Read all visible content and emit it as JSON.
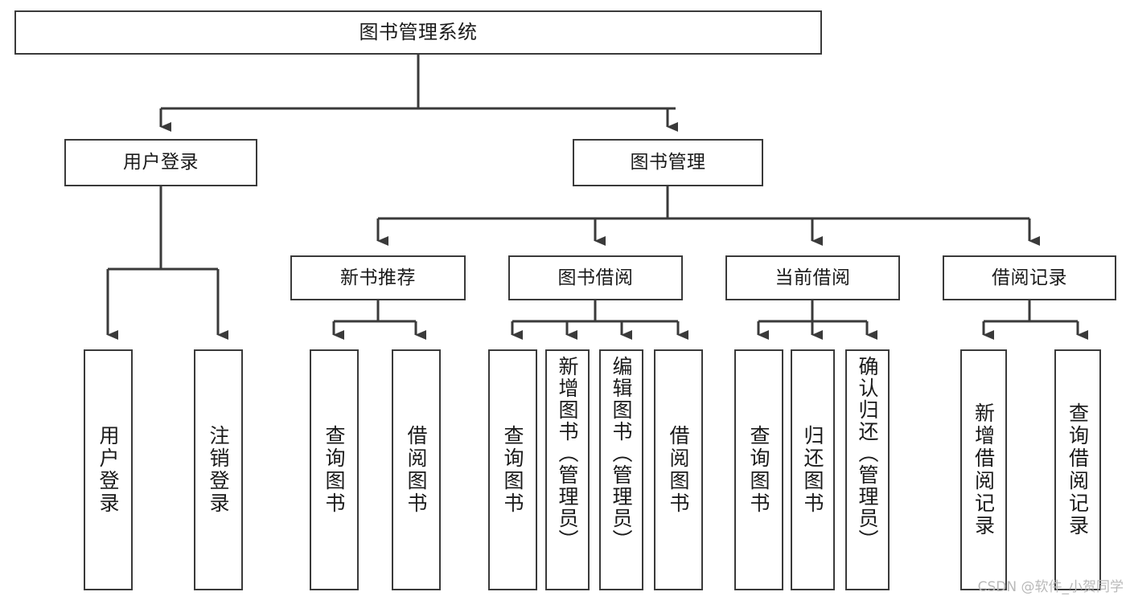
{
  "diagram": {
    "type": "tree",
    "title": "图书管理系统",
    "orientation": "top-down",
    "watermark": "CSDN @软件_小贺同学",
    "colors": {
      "background": "#ffffff",
      "node_border": "#3a3a3a",
      "node_fill": "#ffffff",
      "edge": "#3a3a3a",
      "text": "#1a1a1a",
      "watermark": "#b9b9b9"
    },
    "nodes": {
      "root": {
        "label": "图书管理系统"
      },
      "level2": [
        {
          "id": "user-login",
          "label": "用户登录"
        },
        {
          "id": "book-manage",
          "label": "图书管理"
        }
      ],
      "level3": [
        {
          "id": "new-book-recommend",
          "label": "新书推荐"
        },
        {
          "id": "book-borrow",
          "label": "图书借阅"
        },
        {
          "id": "current-borrow",
          "label": "当前借阅"
        },
        {
          "id": "borrow-record",
          "label": "借阅记录"
        }
      ],
      "leaves": {
        "user_login": [
          {
            "id": "leaf-user-login",
            "label": "用户登录"
          },
          {
            "id": "leaf-logout-login",
            "label": "注销登录"
          }
        ],
        "new_book_recommend": [
          {
            "id": "leaf-query-book-1",
            "label": "查询图书"
          },
          {
            "id": "leaf-borrow-book-1",
            "label": "借阅图书"
          }
        ],
        "book_borrow": [
          {
            "id": "leaf-query-book-2",
            "label": "查询图书"
          },
          {
            "id": "leaf-add-book",
            "label": "新增图书（管理员）"
          },
          {
            "id": "leaf-edit-book",
            "label": "编辑图书（管理员）"
          },
          {
            "id": "leaf-borrow-book-2",
            "label": "借阅图书"
          }
        ],
        "current_borrow": [
          {
            "id": "leaf-query-book-3",
            "label": "查询图书"
          },
          {
            "id": "leaf-return-book",
            "label": "归还图书"
          },
          {
            "id": "leaf-confirm-return",
            "label": "确认归还（管理员）"
          }
        ],
        "borrow_record": [
          {
            "id": "leaf-add-record",
            "label": "新增借阅记录"
          },
          {
            "id": "leaf-query-record",
            "label": "查询借阅记录"
          }
        ]
      }
    }
  }
}
